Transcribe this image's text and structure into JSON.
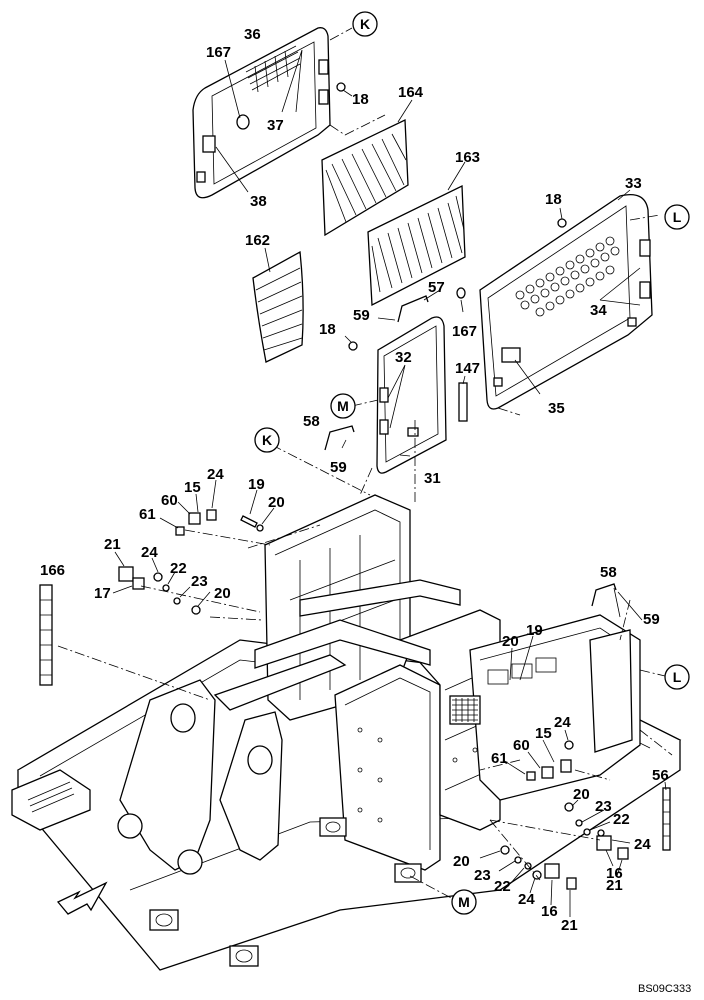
{
  "drawing_code": "BS09C333",
  "refs": {
    "K_top": "K",
    "L_top": "L",
    "M_mid": "M",
    "K_mid": "K",
    "L_right": "L",
    "M_bottom": "M"
  },
  "labels": {
    "p36": "36",
    "p167a": "167",
    "p18a": "18",
    "p37": "37",
    "p38": "38",
    "p164": "164",
    "p163": "163",
    "p18b": "18",
    "p33": "33",
    "p162": "162",
    "p57": "57",
    "p59a": "59",
    "p167b": "167",
    "p34": "34",
    "p18c": "18",
    "p32": "32",
    "p147": "147",
    "p35": "35",
    "p58a": "58",
    "p59b": "59",
    "p31": "31",
    "p24a": "24",
    "p15a": "15",
    "p19a": "19",
    "p60a": "60",
    "p61a": "61",
    "p20a": "20",
    "p21a": "21",
    "p24b": "24",
    "p22a": "22",
    "p166": "166",
    "p17": "17",
    "p23a": "23",
    "p20b": "20",
    "p58b": "58",
    "p59c": "59",
    "p20c": "20",
    "p19b": "19",
    "p24c": "24",
    "p15b": "15",
    "p60b": "60",
    "p61b": "61",
    "p56": "56",
    "p20d": "20",
    "p23b": "23",
    "p22b": "22",
    "p24d": "24",
    "p16a": "16",
    "p21b": "21",
    "p20e": "20",
    "p23c": "23",
    "p22c": "22",
    "p24e": "24",
    "p16b": "16",
    "p21c": "21"
  }
}
